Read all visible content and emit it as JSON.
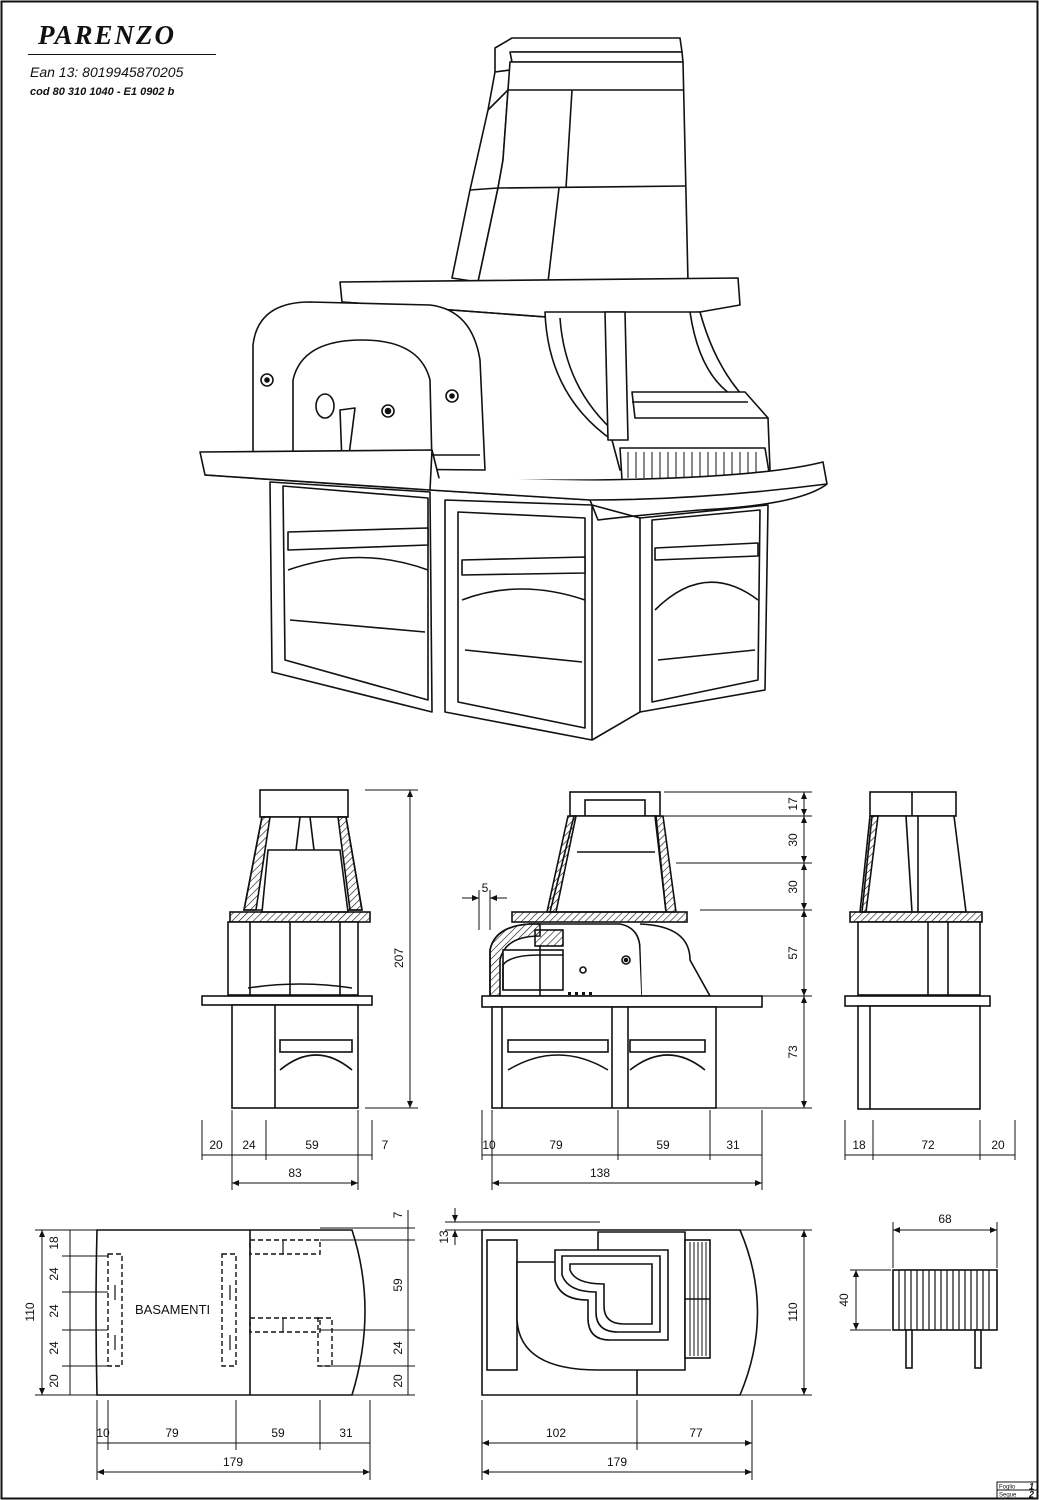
{
  "header": {
    "title": "PARENZO",
    "ean": "Ean 13:  8019945870205",
    "cod": "cod  80  310  1040  -  E1  0902  b"
  },
  "front_view": {
    "height_total": "207",
    "bottom_dims": [
      "20",
      "24",
      "59",
      "7"
    ],
    "total_width": "83"
  },
  "side_view": {
    "offset": "5",
    "vertical_dims": [
      "17",
      "30",
      "30",
      "57",
      "73"
    ],
    "bottom_dims": [
      "10",
      "79",
      "59",
      "31"
    ],
    "total_width": "138"
  },
  "right_view": {
    "bottom_dims": [
      "18",
      "72",
      "20"
    ]
  },
  "base_plan": {
    "label": "BASAMENTI",
    "left_dims": [
      "18",
      "24",
      "24",
      "24",
      "20"
    ],
    "height_total": "110",
    "right_dims": [
      "7",
      "59",
      "24",
      "20"
    ],
    "bottom_dims": [
      "10",
      "79",
      "59",
      "31"
    ],
    "total_width": "179"
  },
  "top_plan": {
    "offset": "13",
    "height_total": "110",
    "bottom_dims": [
      "102",
      "77"
    ],
    "total_width": "179"
  },
  "grill_plan": {
    "width": "68",
    "depth": "40"
  },
  "title_block": {
    "foglio_label": "Foglio",
    "foglio_value": "1",
    "segue_label": "Segue",
    "segue_value": "2"
  }
}
